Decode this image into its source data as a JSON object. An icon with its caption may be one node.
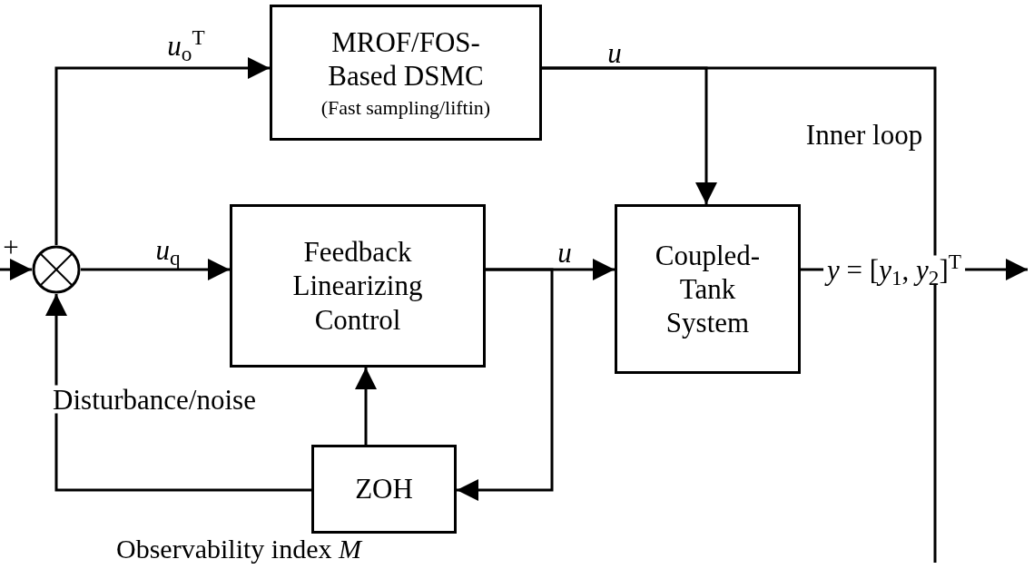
{
  "diagram": {
    "nodes": [
      {
        "text": [],
        "shape": "circle"
      },
      {
        "text": [
          "MROF/FOS-Based DSMC",
          "(Fast sampling/liftin)"
        ]
      },
      {
        "text": [
          "Feedback Linearizing Control"
        ]
      },
      {
        "text": [
          "Coupled-Tank System"
        ]
      },
      {
        "text": [
          "ZOH"
        ],
        "beside": [
          "Observability index *M*"
        ]
      }
    ],
    "edges": [
      {
        "from": null,
        "to": 0,
        "arrow": "to",
        "label": "+"
      },
      {
        "from": 0,
        "to": 1,
        "arrow": "to",
        "label": "*u*$_{o}$$^{T}$"
      },
      {
        "from": 0,
        "to": 2,
        "arrow": "to",
        "label": "*u*$_{q}$"
      },
      {
        "from": 1,
        "to": 3,
        "arrow": "to",
        "label": "*u*"
      },
      {
        "from": 1,
        "to": null,
        "arrow": "none"
      },
      {
        "from": 2,
        "to": 3,
        "arrow": "to",
        "label": "*u*"
      },
      {
        "from": 2,
        "to": 4,
        "arrow": "to"
      },
      {
        "from": 4,
        "to": 2,
        "arrow": "to"
      },
      {
        "from": 4,
        "to": 0,
        "arrow": "to"
      },
      {
        "from": 3,
        "to": null,
        "arrow": "to",
        "label": "*y* = [*y*$_{1}$, *y*$_{2}$]$^{T}$"
      }
    ],
    "labels": [
      "Inner loop",
      "Disturbance/noise"
    ]
  }
}
